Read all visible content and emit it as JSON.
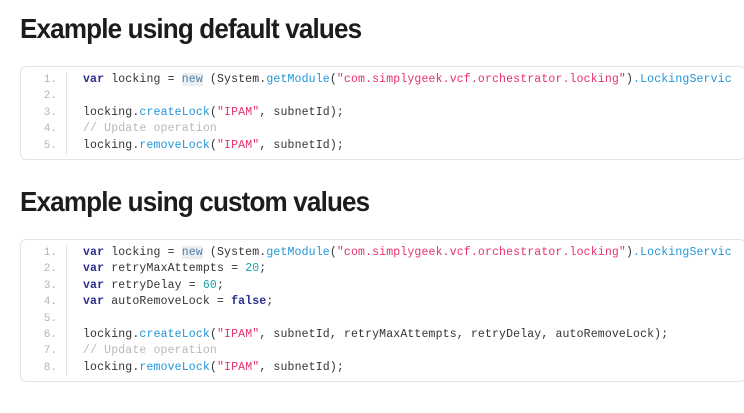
{
  "page": {
    "background": "#ffffff",
    "text_color": "#1c1c1c"
  },
  "colors": {
    "keyword": "#292e8c",
    "new_keyword": "#4a7ea8",
    "new_keyword_bg": "#eceff1",
    "function": "#2196d8",
    "string": "#e5326e",
    "number": "#12a5a5",
    "class": "#2196d8",
    "comment": "#b9b9b9",
    "plain": "#333333",
    "gutter": "#b4b4b4",
    "border": "#e3e3e3"
  },
  "sections": [
    {
      "heading": "Example using default values",
      "code": {
        "language": "javascript",
        "line_numbers": [
          "1.",
          "2.",
          "3.",
          "4.",
          "5."
        ],
        "lines": [
          [
            {
              "t": "var",
              "c": "t-kw"
            },
            {
              "t": " locking = ",
              "c": "t-plain"
            },
            {
              "t": "new",
              "c": "t-new"
            },
            {
              "t": " (System.",
              "c": "t-plain"
            },
            {
              "t": "getModule",
              "c": "t-fn"
            },
            {
              "t": "(",
              "c": "t-plain"
            },
            {
              "t": "\"com.simplygeek.vcf.orchestrator.locking\"",
              "c": "t-str"
            },
            {
              "t": ")",
              "c": "t-plain"
            },
            {
              "t": ".LockingServic",
              "c": "t-cls"
            }
          ],
          [],
          [
            {
              "t": "locking.",
              "c": "t-plain"
            },
            {
              "t": "createLock",
              "c": "t-fn"
            },
            {
              "t": "(",
              "c": "t-plain"
            },
            {
              "t": "\"IPAM\"",
              "c": "t-str"
            },
            {
              "t": ", subnetId);",
              "c": "t-plain"
            }
          ],
          [
            {
              "t": "// Update operation",
              "c": "t-com"
            }
          ],
          [
            {
              "t": "locking.",
              "c": "t-plain"
            },
            {
              "t": "removeLock",
              "c": "t-fn"
            },
            {
              "t": "(",
              "c": "t-plain"
            },
            {
              "t": "\"IPAM\"",
              "c": "t-str"
            },
            {
              "t": ", subnetId);",
              "c": "t-plain"
            }
          ]
        ]
      }
    },
    {
      "heading": "Example using custom values",
      "code": {
        "language": "javascript",
        "line_numbers": [
          "1.",
          "2.",
          "3.",
          "4.",
          "5.",
          "6.",
          "7.",
          "8."
        ],
        "lines": [
          [
            {
              "t": "var",
              "c": "t-kw"
            },
            {
              "t": " locking = ",
              "c": "t-plain"
            },
            {
              "t": "new",
              "c": "t-new"
            },
            {
              "t": " (System.",
              "c": "t-plain"
            },
            {
              "t": "getModule",
              "c": "t-fn"
            },
            {
              "t": "(",
              "c": "t-plain"
            },
            {
              "t": "\"com.simplygeek.vcf.orchestrator.locking\"",
              "c": "t-str"
            },
            {
              "t": ")",
              "c": "t-plain"
            },
            {
              "t": ".LockingServic",
              "c": "t-cls"
            }
          ],
          [
            {
              "t": "var",
              "c": "t-kw"
            },
            {
              "t": " retryMaxAttempts = ",
              "c": "t-plain"
            },
            {
              "t": "20",
              "c": "t-num"
            },
            {
              "t": ";",
              "c": "t-plain"
            }
          ],
          [
            {
              "t": "var",
              "c": "t-kw"
            },
            {
              "t": " retryDelay = ",
              "c": "t-plain"
            },
            {
              "t": "60",
              "c": "t-num"
            },
            {
              "t": ";",
              "c": "t-plain"
            }
          ],
          [
            {
              "t": "var",
              "c": "t-kw"
            },
            {
              "t": " autoRemoveLock = ",
              "c": "t-plain"
            },
            {
              "t": "false",
              "c": "t-bool"
            },
            {
              "t": ";",
              "c": "t-plain"
            }
          ],
          [],
          [
            {
              "t": "locking.",
              "c": "t-plain"
            },
            {
              "t": "createLock",
              "c": "t-fn"
            },
            {
              "t": "(",
              "c": "t-plain"
            },
            {
              "t": "\"IPAM\"",
              "c": "t-str"
            },
            {
              "t": ", subnetId, retryMaxAttempts, retryDelay, autoRemoveLock);",
              "c": "t-plain"
            }
          ],
          [
            {
              "t": "// Update operation",
              "c": "t-com"
            }
          ],
          [
            {
              "t": "locking.",
              "c": "t-plain"
            },
            {
              "t": "removeLock",
              "c": "t-fn"
            },
            {
              "t": "(",
              "c": "t-plain"
            },
            {
              "t": "\"IPAM\"",
              "c": "t-str"
            },
            {
              "t": ", subnetId);",
              "c": "t-plain"
            }
          ]
        ]
      }
    }
  ]
}
